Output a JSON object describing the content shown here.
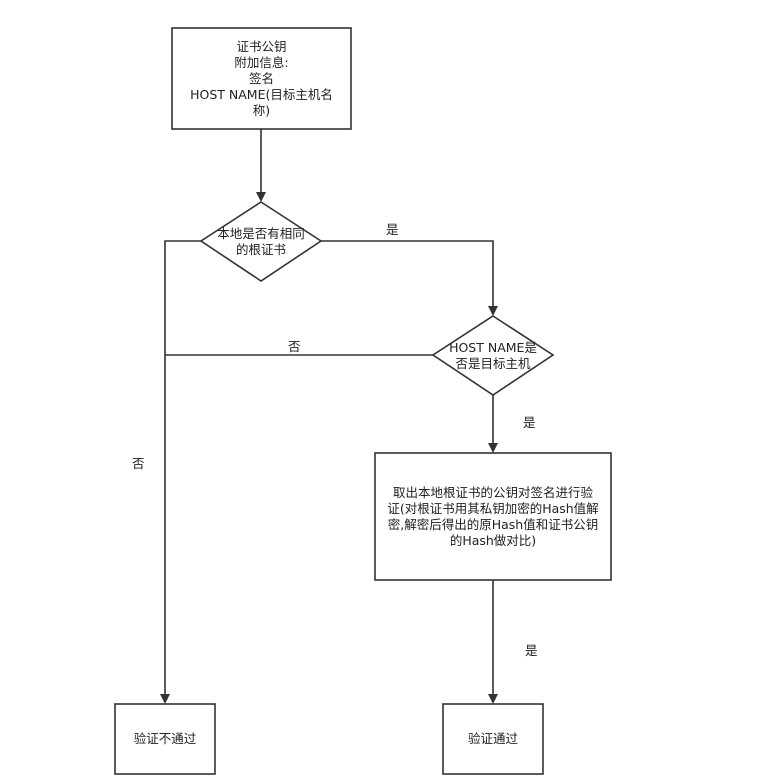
{
  "nodes": {
    "cert": {
      "lines": [
        "证书公钥",
        "附加信息:",
        "签名",
        "HOST NAME(目标主机名",
        "称)"
      ]
    },
    "same_root": {
      "lines": [
        "本地是否有相同",
        "的根证书"
      ]
    },
    "host_check": {
      "lines": [
        "HOST NAME是",
        "否是目标主机"
      ]
    },
    "verify": {
      "lines": [
        "取出本地根证书的公钥对签名进行验",
        "证(对根证书用其私钥加密的Hash值解",
        "密,解密后得出的原Hash值和证书公钥",
        "的Hash做对比)"
      ]
    },
    "fail": {
      "label": "验证不通过"
    },
    "pass": {
      "label": "验证通过"
    }
  },
  "edges": {
    "yes_1": "是",
    "no_1": "否",
    "yes_2": "是",
    "no_2": "否",
    "yes_3": "是"
  },
  "colors": {
    "stroke": "#333333",
    "text": "#222222",
    "background": "#ffffff"
  }
}
